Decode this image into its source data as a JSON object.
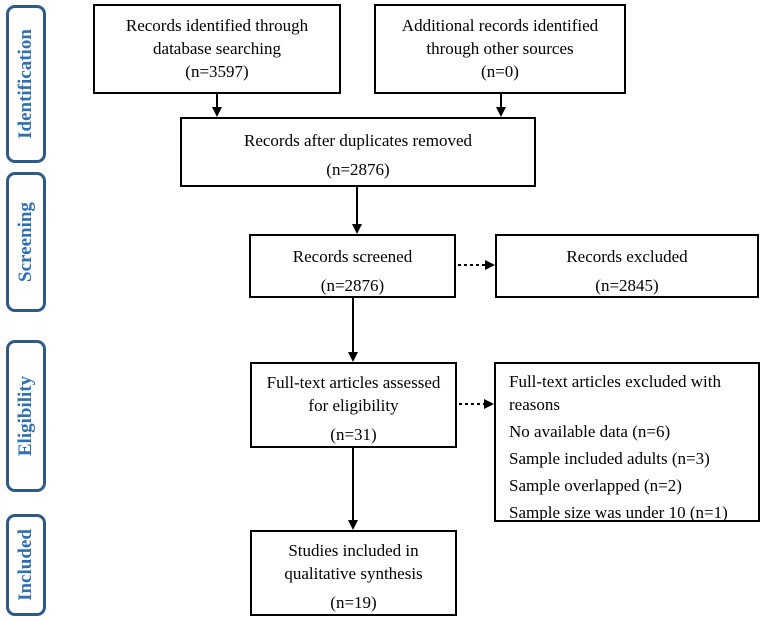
{
  "stages": {
    "identification": "Identification",
    "screening": "Screening",
    "eligibility": "Eligibility",
    "included": "Included"
  },
  "boxes": {
    "database": {
      "line1": "Records identified through",
      "line2": "database searching",
      "count": "(n=3597)"
    },
    "other_sources": {
      "line1": "Additional records identified",
      "line2": "through other sources",
      "count": "(n=0)"
    },
    "duplicates_removed": {
      "line1": "Records after duplicates removed",
      "count": "(n=2876)"
    },
    "screened": {
      "line1": "Records screened",
      "count": "(n=2876)"
    },
    "excluded": {
      "line1": "Records excluded",
      "count": "(n=2845)"
    },
    "full_text": {
      "line1": "Full-text articles assessed",
      "line2": "for eligibility",
      "count": "(n=31)"
    },
    "full_text_excluded": {
      "title1": "Full-text articles excluded with",
      "title2": "reasons",
      "reasons": [
        "No available data (n=6)",
        "Sample included adults (n=3)",
        "Sample overlapped (n=2)",
        "Sample size was under 10 (n=1)"
      ]
    },
    "included": {
      "line1": "Studies included in",
      "line2": "qualitative synthesis",
      "count": "(n=19)"
    }
  }
}
